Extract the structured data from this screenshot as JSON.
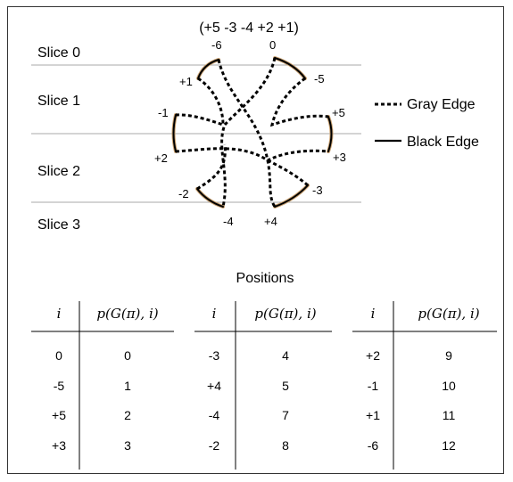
{
  "permutation": "(+5 -3 -4 +2 +1)",
  "slices": [
    "Slice 0",
    "Slice 1",
    "Slice 2",
    "Slice 3"
  ],
  "vertex_labels": {
    "m6": "-6",
    "z0": "0",
    "m5": "-5",
    "p1": "+1",
    "m1": "-1",
    "p5": "+5",
    "p2": "+2",
    "p3": "+3",
    "m2": "-2",
    "m3": "-3",
    "m4": "-4",
    "p4": "+4"
  },
  "legend": {
    "gray": "Gray Edge",
    "black": "Black Edge"
  },
  "positions_title": "Positions",
  "table_headers": {
    "i": "i",
    "p": "p(G(π), i)"
  },
  "tables": [
    {
      "rows": [
        {
          "i": "0",
          "p": "0"
        },
        {
          "i": "-5",
          "p": "1"
        },
        {
          "i": "+5",
          "p": "2"
        },
        {
          "i": "+3",
          "p": "3"
        }
      ]
    },
    {
      "rows": [
        {
          "i": "-3",
          "p": "4"
        },
        {
          "i": "+4",
          "p": "5"
        },
        {
          "i": "-4",
          "p": "7"
        },
        {
          "i": "-2",
          "p": "8"
        }
      ]
    },
    {
      "rows": [
        {
          "i": "+2",
          "p": "9"
        },
        {
          "i": "-1",
          "p": "10"
        },
        {
          "i": "+1",
          "p": "11"
        },
        {
          "i": "-6",
          "p": "12"
        }
      ]
    }
  ],
  "colors": {
    "black_edge": "#000000",
    "black_edge_halo": "#c8a070",
    "gray_edge": "#000000",
    "slice_line": "#aaaaaa"
  }
}
